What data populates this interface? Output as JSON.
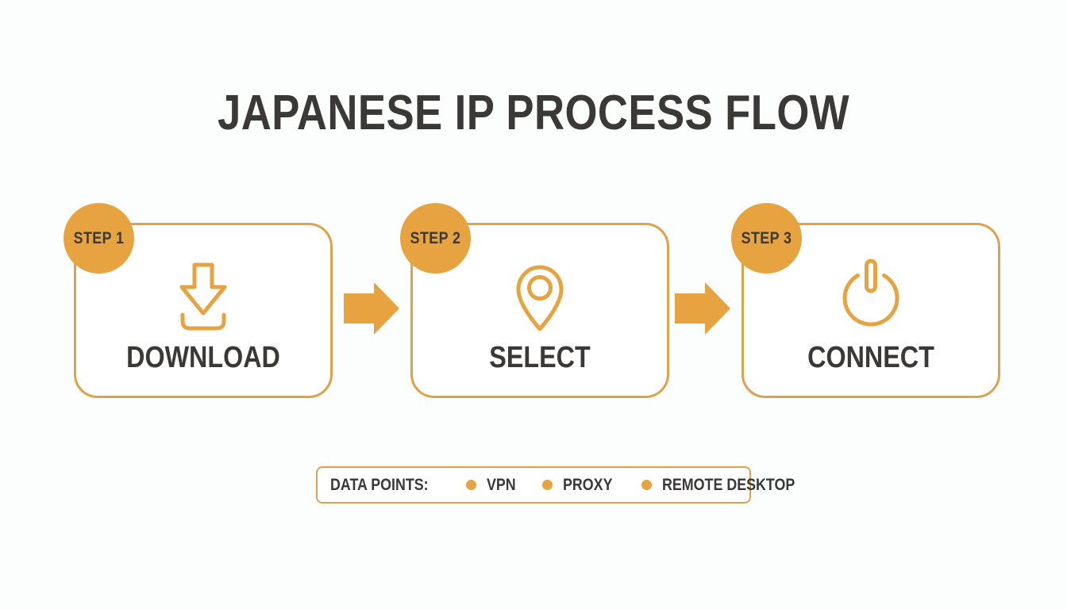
{
  "title": "JAPANESE IP PROCESS FLOW",
  "steps": [
    {
      "badge": "STEP 1",
      "label": "DOWNLOAD",
      "icon": "download-icon"
    },
    {
      "badge": "STEP 2",
      "label": "SELECT",
      "icon": "location-pin-icon"
    },
    {
      "badge": "STEP 3",
      "label": "CONNECT",
      "icon": "power-icon"
    }
  ],
  "legend": {
    "label": "DATA POINTS:",
    "items": [
      "VPN",
      "PROXY",
      "REMOTE DESKTOP"
    ]
  },
  "colors": {
    "accent": "#E6A340",
    "border": "#DFA24C",
    "text_dark": "#3A3938",
    "background": "#FCFDFD"
  }
}
